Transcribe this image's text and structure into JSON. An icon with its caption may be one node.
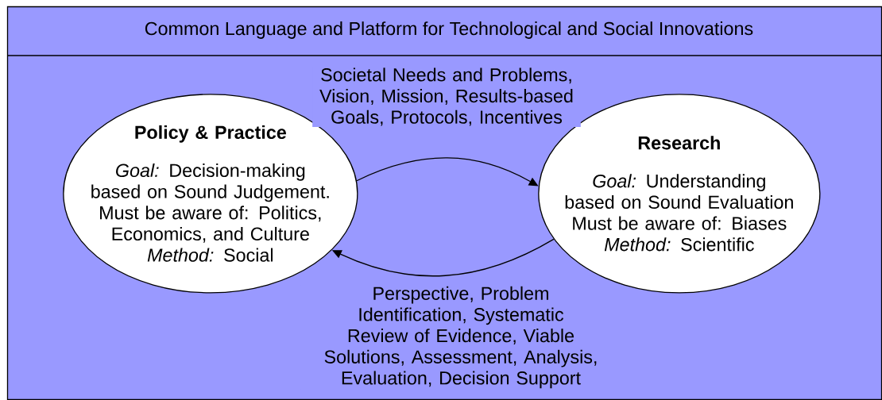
{
  "diagram": {
    "nodes": [
      {
        "text": [
          "Common Language and Platform for Technological and Social Innovations"
        ]
      },
      {
        "text": [
          "Policy & Practice",
          "*Goal:* Decision-making based on Sound Judgement.",
          "Must be aware of: Politics, Economics, and Culture",
          "*Method:* Social"
        ],
        "in": 0
      },
      {
        "text": [
          "Research",
          "*Goal:* Understanding based on Sound Evaluation",
          "Must be aware of: Biases",
          "*Method:* Scientific"
        ],
        "in": 0
      }
    ],
    "edges": [
      {
        "from": 1,
        "to": 2,
        "arrow": "to",
        "label": "Societal Needs and Problems, Vision, Mission, Results-based Goals, Protocols, Incentives"
      },
      {
        "from": 2,
        "to": 1,
        "arrow": "to",
        "label": "Perspective, Problem Identification, Systematic Review of Evidence, Viable Solutions, Assessment, Analysis, Evaluation, Decision Support"
      }
    ]
  }
}
